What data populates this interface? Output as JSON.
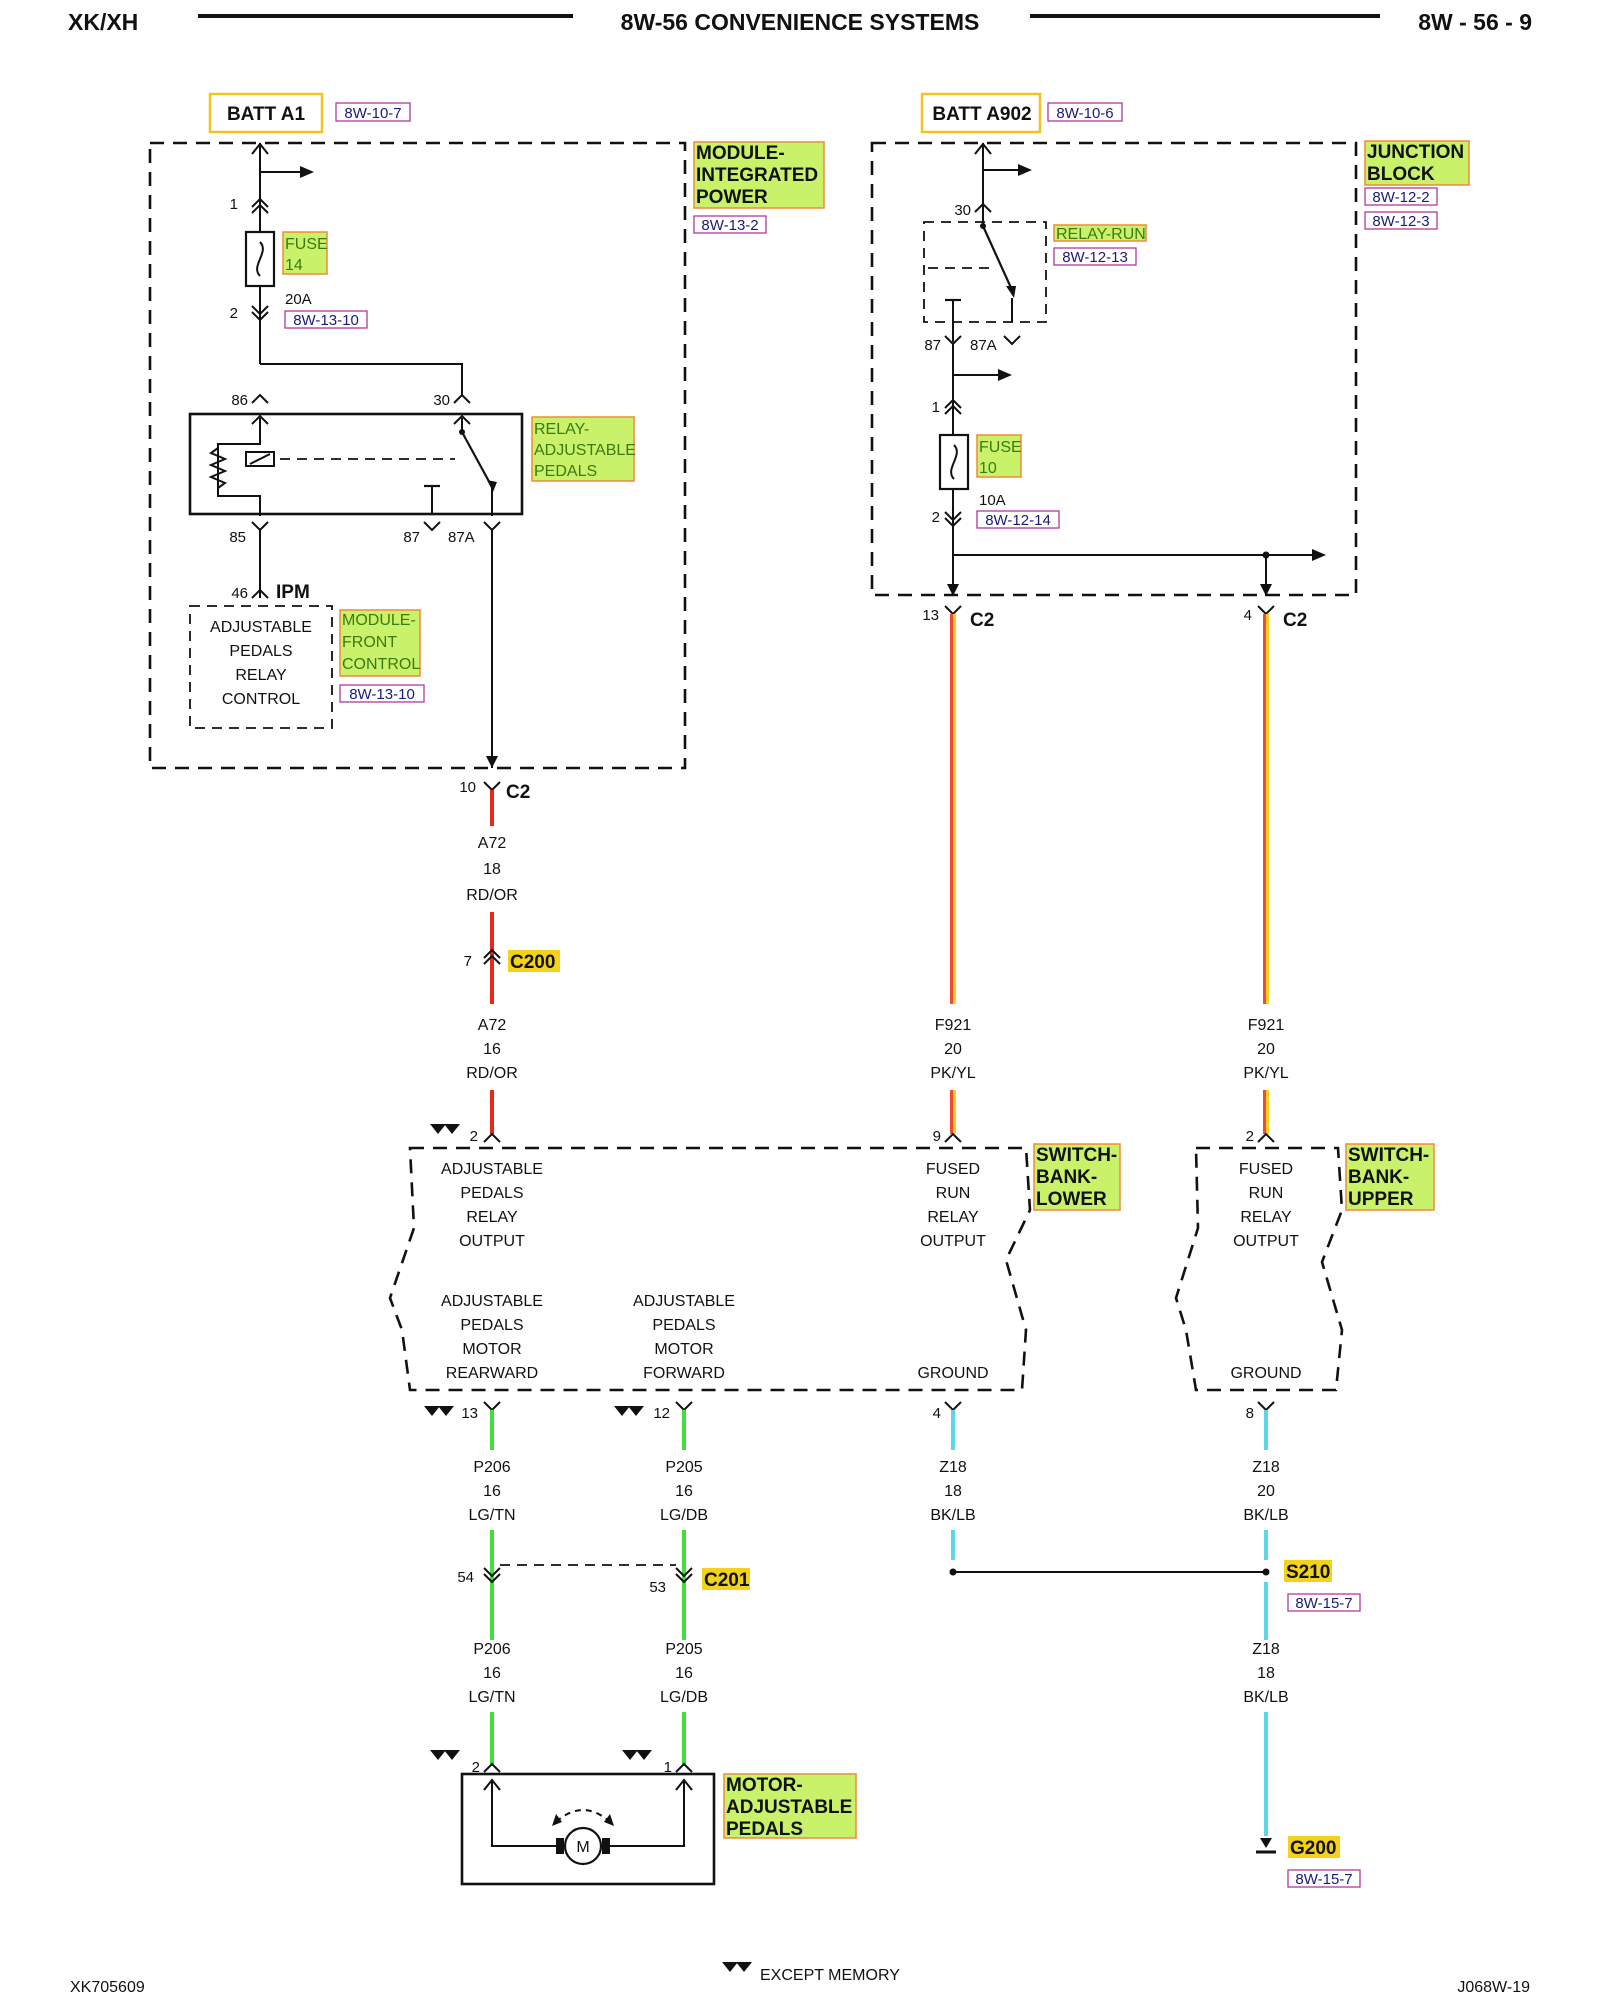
{
  "header": {
    "left": "XK/XH",
    "center": "8W-56 CONVENIENCE SYSTEMS",
    "right": "8W - 56 - 9"
  },
  "footer": {
    "left": "XK705609",
    "legend": "EXCEPT MEMORY",
    "right": "J068W-19"
  },
  "colors": {
    "red": "#e52a1a",
    "pink": "#f04a3a",
    "yellow": "#f2d21a",
    "green": "#3ee03a",
    "cyan": "#5ad8e8",
    "highlight": "#c9f26a",
    "highlight_border": "#f08a3a"
  },
  "left": {
    "batt": "BATT A1",
    "batt_ref": "8W-10-7",
    "module_lines": [
      "MODULE-",
      "INTEGRATED",
      "POWER"
    ],
    "module_ref": "8W-13-2",
    "fuse_lines": [
      "FUSE",
      "14"
    ],
    "fuse_rating": "20A",
    "fuse_ref": "8W-13-10",
    "fuse_pin_top": "1",
    "fuse_pin_bottom": "2",
    "relay_lines": [
      "RELAY-",
      "ADJUSTABLE",
      "PEDALS"
    ],
    "relay_pins": {
      "p86": "86",
      "p30": "30",
      "p85": "85",
      "p87": "87",
      "p87a": "87A"
    },
    "ipm_pin": "46",
    "ipm_label": "IPM",
    "fcm_box_lines": [
      "ADJUSTABLE",
      "PEDALS",
      "RELAY",
      "CONTROL"
    ],
    "fcm_lines": [
      "MODULE-",
      "FRONT",
      "CONTROL"
    ],
    "fcm_ref": "8W-13-10",
    "c2_pin": "10",
    "c2_label": "C2",
    "wire1": [
      "A72",
      "18",
      "RD/OR"
    ],
    "c200_pin": "7",
    "c200_label": "C200",
    "wire2": [
      "A72",
      "16",
      "RD/OR"
    ]
  },
  "right": {
    "batt": "BATT A902",
    "batt_ref": "8W-10-6",
    "jb_lines": [
      "JUNCTION",
      "BLOCK"
    ],
    "jb_refs": [
      "8W-12-2",
      "8W-12-3"
    ],
    "relay_label": "RELAY-RUN",
    "relay_ref": "8W-12-13",
    "relay_pins": {
      "p30": "30",
      "p87": "87",
      "p87a": "87A"
    },
    "fuse_lines": [
      "FUSE",
      "10"
    ],
    "fuse_rating": "10A",
    "fuse_ref": "8W-12-14",
    "fuse_pin_top": "1",
    "fuse_pin_bottom": "2",
    "c2a_pin": "13",
    "c2b_pin": "4",
    "c2_label": "C2",
    "wire_a": [
      "F921",
      "20",
      "PK/YL"
    ],
    "wire_b": [
      "F921",
      "20",
      "PK/YL"
    ]
  },
  "switch_lower": {
    "lines": [
      "SWITCH-",
      "BANK-",
      "LOWER"
    ],
    "pin_in1": "2",
    "pin_in2": "9",
    "t1": [
      "ADJUSTABLE",
      "PEDALS",
      "RELAY",
      "OUTPUT"
    ],
    "t2": [
      "FUSED",
      "RUN",
      "RELAY",
      "OUTPUT"
    ],
    "t3": [
      "ADJUSTABLE",
      "PEDALS",
      "MOTOR",
      "REARWARD"
    ],
    "t4": [
      "ADJUSTABLE",
      "PEDALS",
      "MOTOR",
      "FORWARD"
    ],
    "t5": "GROUND",
    "pin_out1": "13",
    "pin_out2": "12",
    "pin_out3": "4"
  },
  "switch_upper": {
    "lines": [
      "SWITCH-",
      "BANK-",
      "UPPER"
    ],
    "pin_in": "2",
    "t1": [
      "FUSED",
      "RUN",
      "RELAY",
      "OUTPUT"
    ],
    "t2": "GROUND",
    "pin_out": "8"
  },
  "bottom": {
    "wire_p206a": [
      "P206",
      "16",
      "LG/TN"
    ],
    "wire_p205a": [
      "P205",
      "16",
      "LG/DB"
    ],
    "wire_z18a": [
      "Z18",
      "18",
      "BK/LB"
    ],
    "wire_z18b": [
      "Z18",
      "20",
      "BK/LB"
    ],
    "c201_pin1": "54",
    "c201_pin2": "53",
    "c201_label": "C201",
    "s210_label": "S210",
    "s210_ref": "8W-15-7",
    "wire_p206b": [
      "P206",
      "16",
      "LG/TN"
    ],
    "wire_p205b": [
      "P205",
      "16",
      "LG/DB"
    ],
    "wire_z18c": [
      "Z18",
      "18",
      "BK/LB"
    ],
    "motor_pin1": "2",
    "motor_pin2": "1",
    "motor_lines": [
      "MOTOR-",
      "ADJUSTABLE",
      "PEDALS"
    ],
    "motor_symbol": "M",
    "g200_label": "G200",
    "g200_ref": "8W-15-7"
  }
}
